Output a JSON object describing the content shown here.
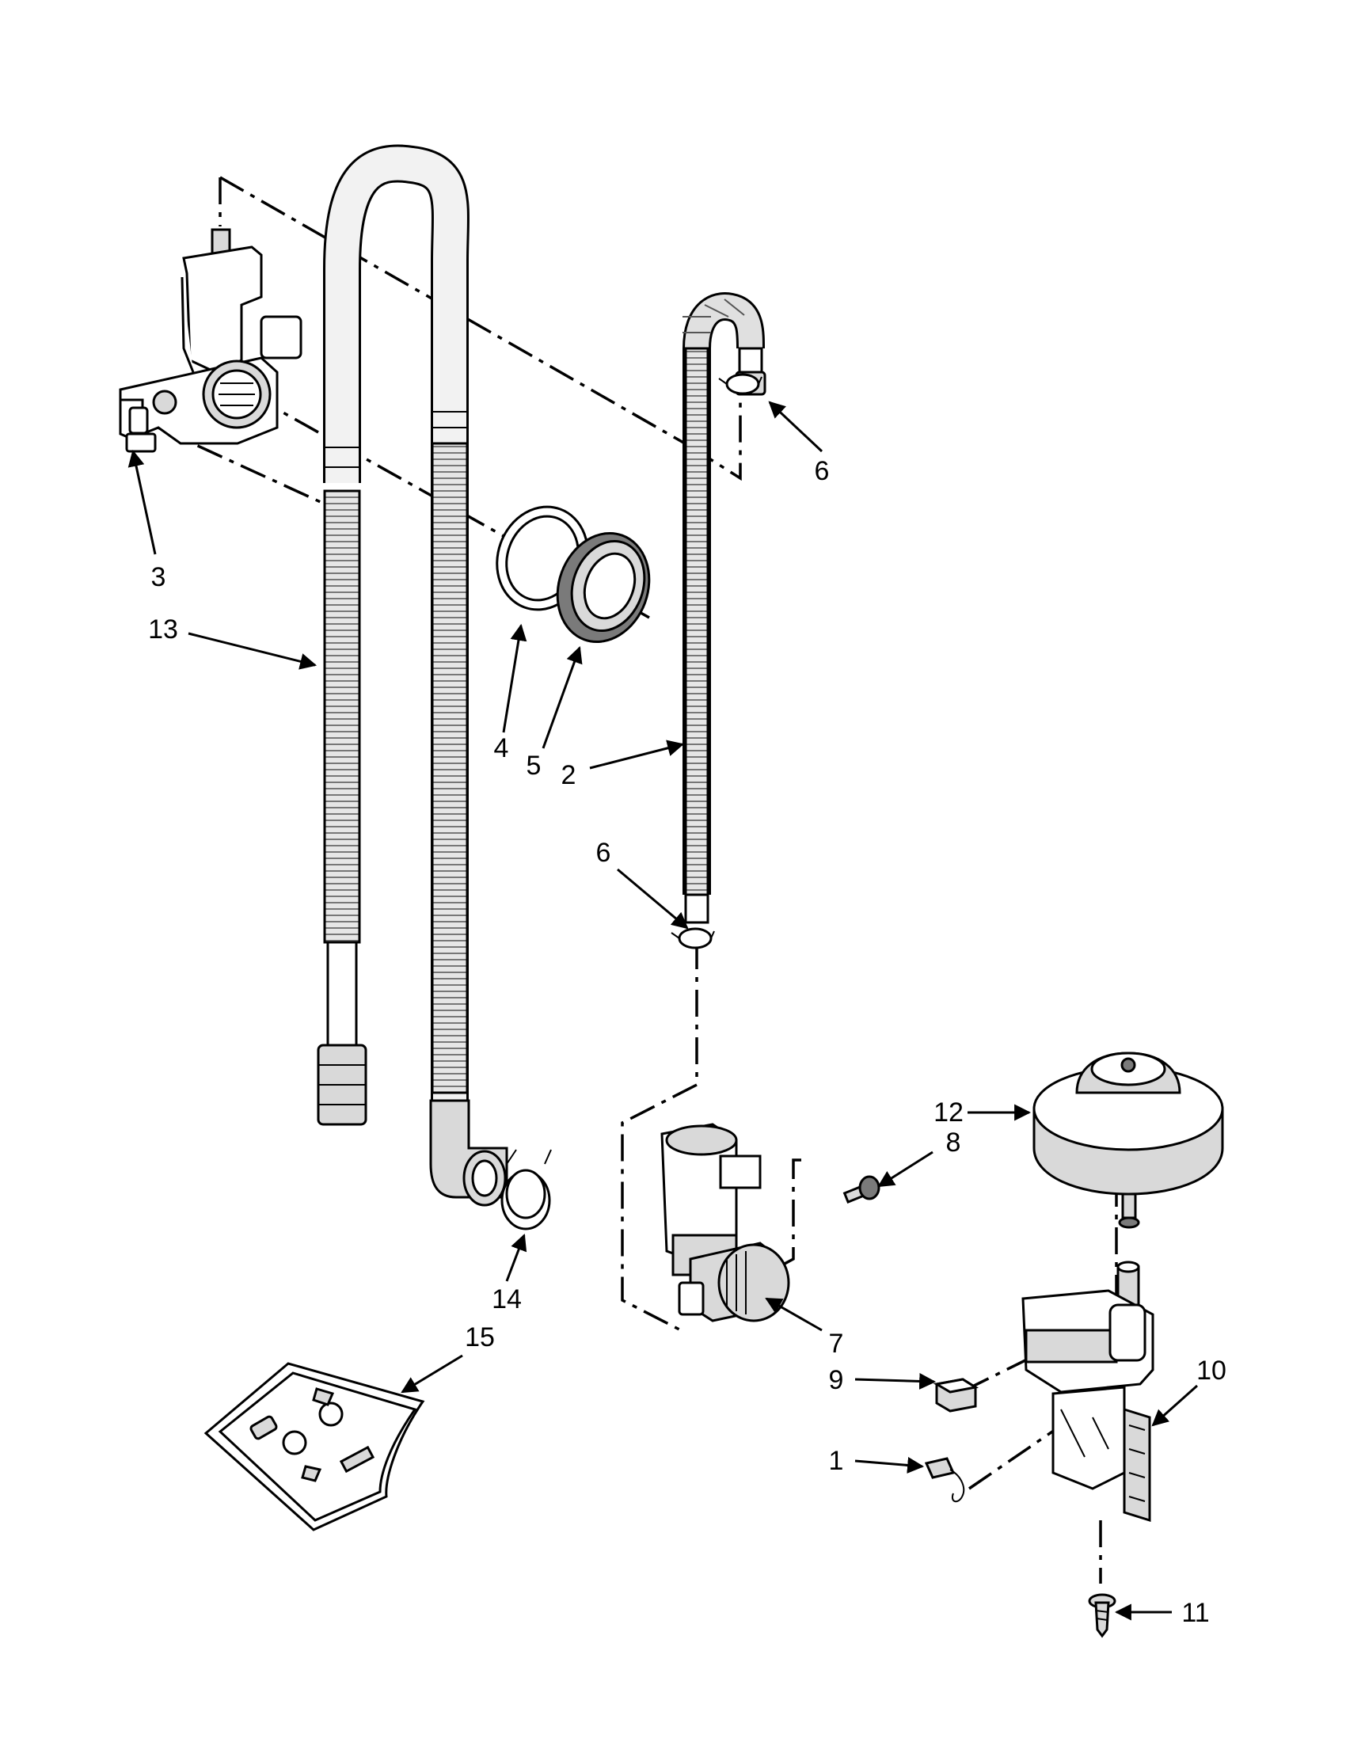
{
  "diagram": {
    "callouts": [
      {
        "id": "callout-1",
        "label": "1"
      },
      {
        "id": "callout-2",
        "label": "2"
      },
      {
        "id": "callout-3",
        "label": "3"
      },
      {
        "id": "callout-4",
        "label": "4"
      },
      {
        "id": "callout-5",
        "label": "5"
      },
      {
        "id": "callout-6-top",
        "label": "6"
      },
      {
        "id": "callout-6-bottom",
        "label": "6"
      },
      {
        "id": "callout-7",
        "label": "7"
      },
      {
        "id": "callout-8",
        "label": "8"
      },
      {
        "id": "callout-9",
        "label": "9"
      },
      {
        "id": "callout-10",
        "label": "10"
      },
      {
        "id": "callout-11",
        "label": "11"
      },
      {
        "id": "callout-12",
        "label": "12"
      },
      {
        "id": "callout-13",
        "label": "13"
      },
      {
        "id": "callout-14",
        "label": "14"
      },
      {
        "id": "callout-15",
        "label": "15"
      }
    ]
  }
}
